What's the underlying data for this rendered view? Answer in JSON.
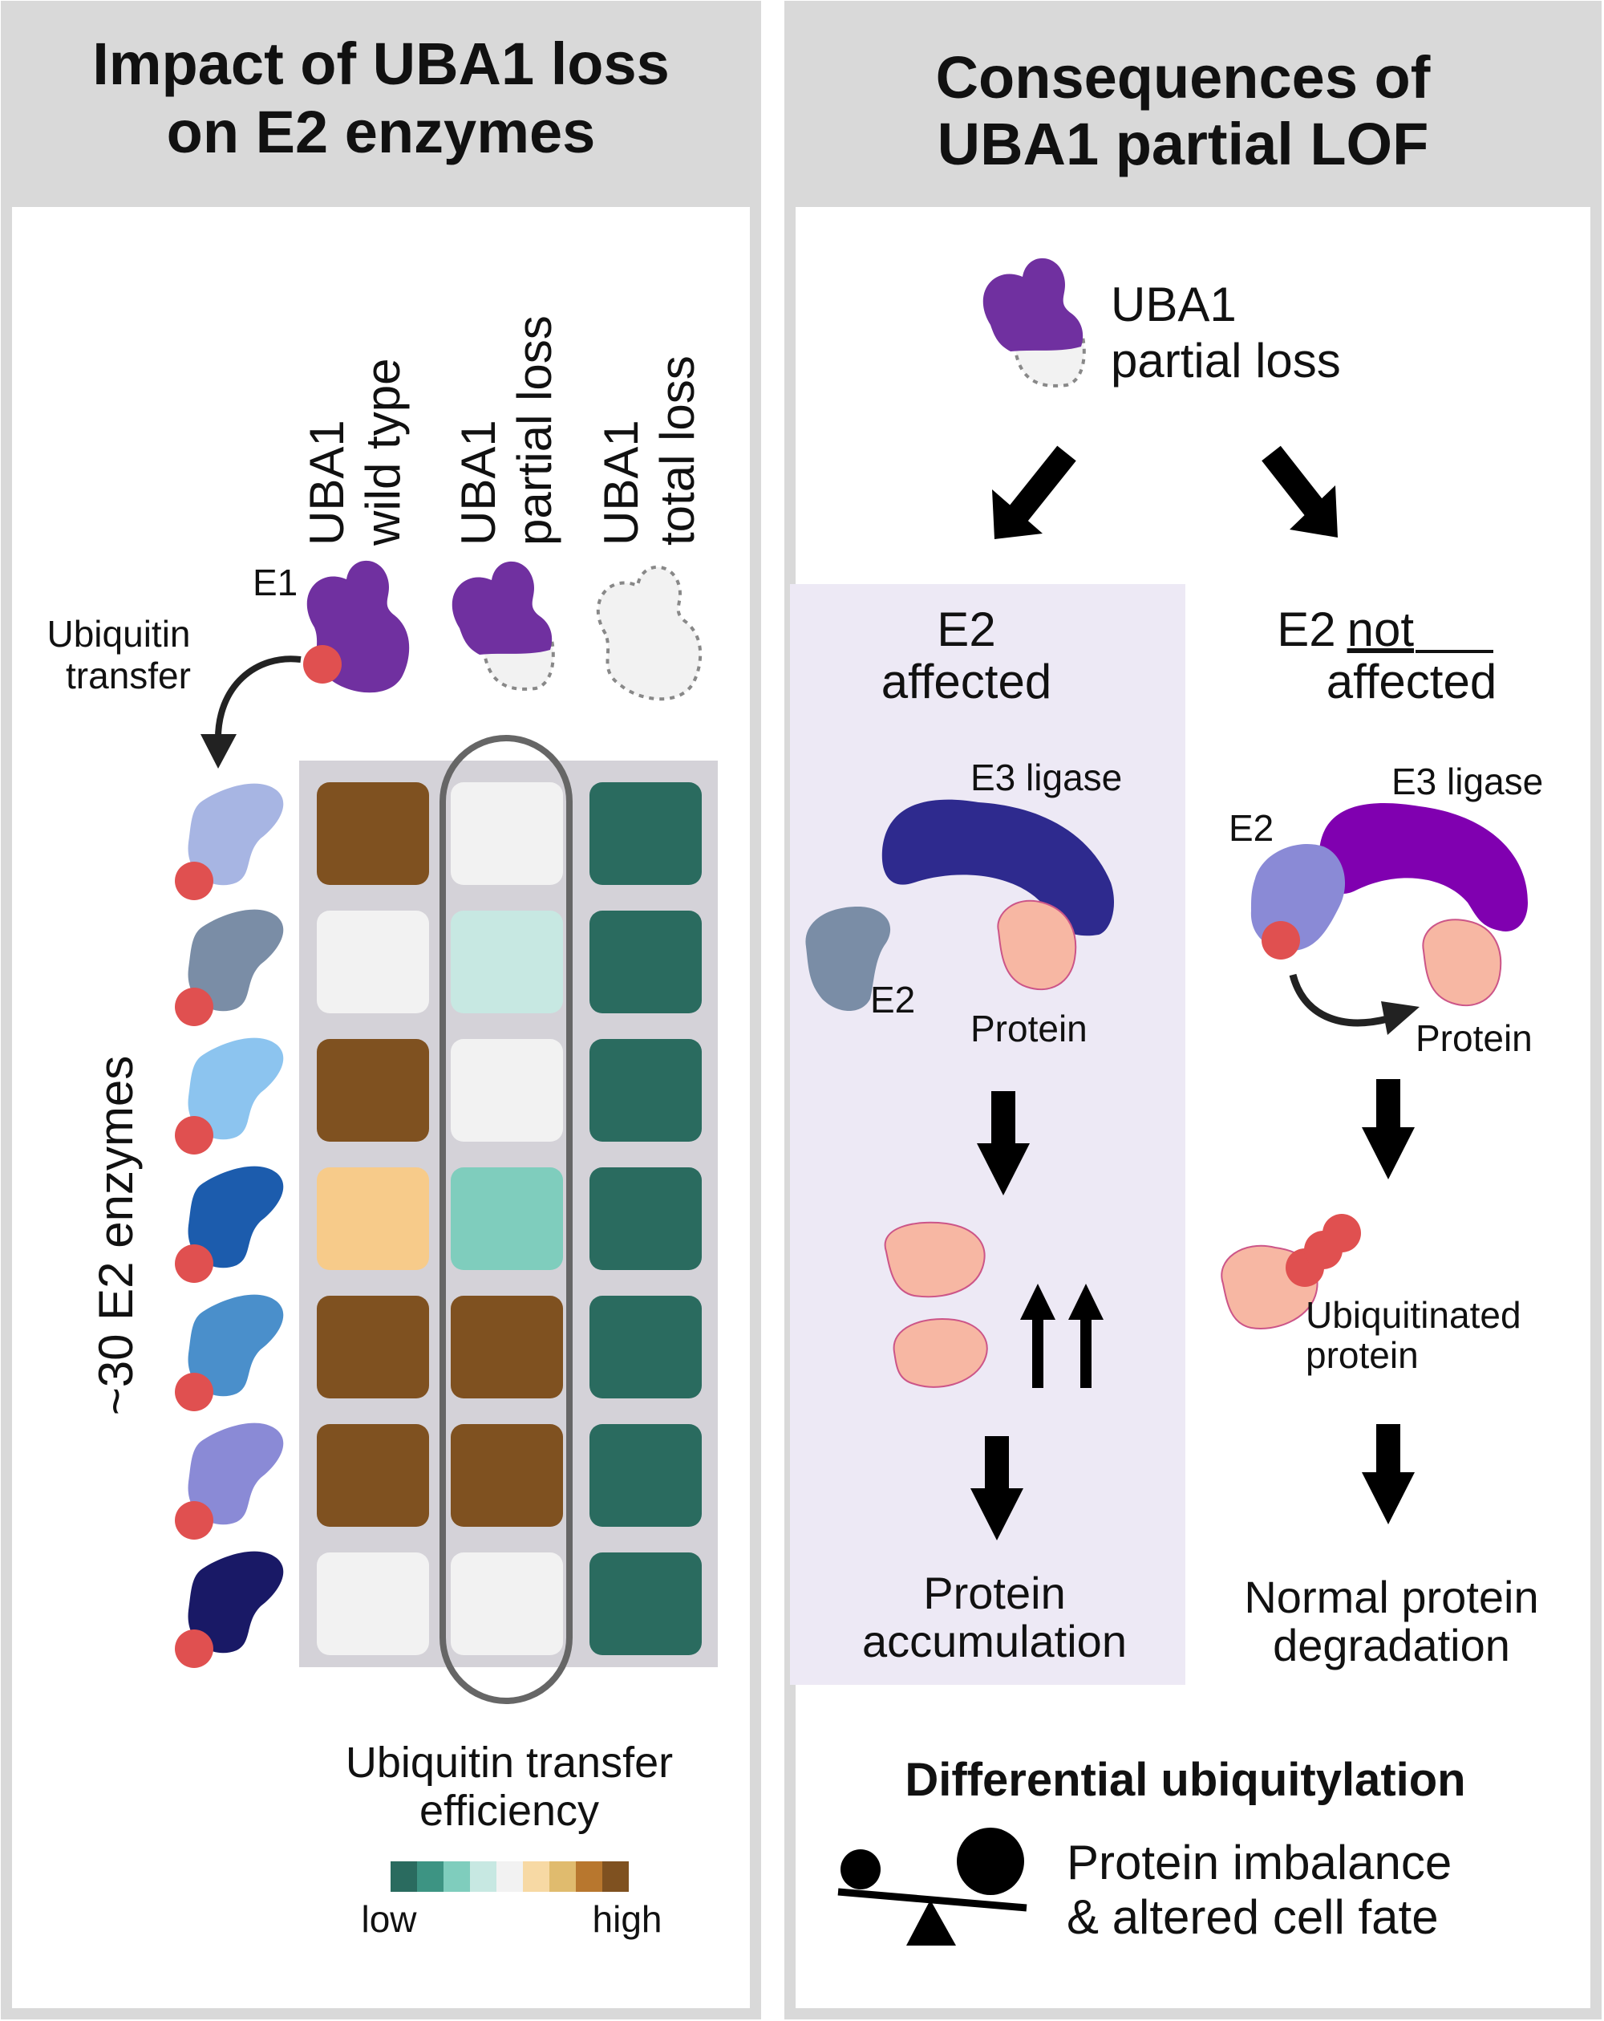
{
  "left_panel": {
    "title_line1": "Impact of UBA1 loss",
    "title_line2": "on E2 enzymes",
    "e1_label": "E1",
    "ubiquitin_transfer_line1": "Ubiquitin",
    "ubiquitin_transfer_line2": "transfer",
    "e2_enzymes_label": "~30 E2 enzymes",
    "columns": [
      {
        "line1": "UBA1",
        "line2": "wild type"
      },
      {
        "line1": "UBA1",
        "line2": "partial loss"
      },
      {
        "line1": "UBA1",
        "line2": "total loss"
      }
    ],
    "legend_title_line1": "Ubiquitin transfer",
    "legend_title_line2": "efficiency",
    "legend_low": "low",
    "legend_high": "high",
    "legend_colors": [
      "#2a6b5f",
      "#3d9483",
      "#7fcdbd",
      "#c7e8e2",
      "#f2f2f2",
      "#f7d9a4",
      "#e0bb6e",
      "#b8772e",
      "#7f5120"
    ]
  },
  "right_panel": {
    "title_line1": "Consequences of",
    "title_line2": "UBA1 partial LOF",
    "uba1_line1": "UBA1",
    "uba1_line2": "partial loss",
    "affected_line1": "E2",
    "affected_line2": "affected",
    "not_affected_e2": "E2",
    "not_affected_not": "not",
    "not_affected_line2": "affected",
    "e3_ligase": "E3 ligase",
    "e2": "E2",
    "protein": "Protein",
    "ubiquitinated_line1": "Ubiquitinated",
    "ubiquitinated_line2": "protein",
    "accumulation_line1": "Protein",
    "accumulation_line2": "accumulation",
    "degradation_line1": "Normal protein",
    "degradation_line2": "degradation",
    "differential": "Differential ubiquitylation",
    "imbalance_line1": "Protein imbalance",
    "imbalance_line2": "& altered cell fate"
  },
  "heatmap": {
    "e2_colors": [
      "#a7b5e3",
      "#7a8da6",
      "#8cc4ef",
      "#1c5cad",
      "#4a8fcb",
      "#8a8ad6",
      "#191966"
    ],
    "wild_type": [
      "#7f5120",
      "#f2f2f2",
      "#7f5120",
      "#f7cb8a",
      "#7f5120",
      "#7f5120",
      "#f2f2f2"
    ],
    "partial_loss": [
      "#f2f2f2",
      "#c7e8e2",
      "#f2f2f2",
      "#7fcdbd",
      "#7f5120",
      "#7f5120",
      "#f2f2f2"
    ],
    "total_loss": [
      "#2a6b5f",
      "#2a6b5f",
      "#2a6b5f",
      "#2a6b5f",
      "#2a6b5f",
      "#2a6b5f",
      "#2a6b5f"
    ]
  },
  "colors": {
    "panel_border": "#d9d9d9",
    "header_bg": "#d9d9d9",
    "uba1_purple": "#7030a0",
    "ubiquitin_red": "#e05050",
    "protein_pink": "#f7b7a3",
    "affected_bg": "#ede9f5",
    "e3_navy": "#2e2a8e",
    "e3_violet": "#8000b0"
  }
}
